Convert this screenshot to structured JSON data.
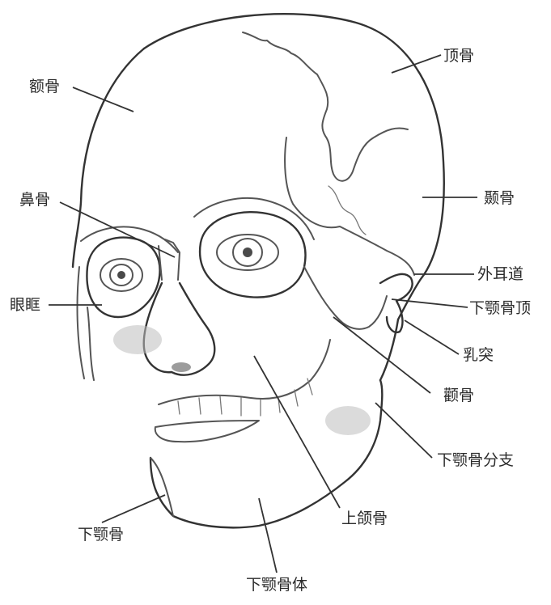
{
  "labels": {
    "frontal": "额骨",
    "parietal": "顶骨",
    "temporal": "颞骨",
    "nasal": "鼻骨",
    "orbit": "眼眶",
    "ear_canal": "外耳道",
    "condyle": "下颚骨顶",
    "mastoid": "乳突",
    "zygomatic": "颧骨",
    "ramus": "下颚骨分支",
    "maxilla": "上颌骨",
    "mandible": "下颚骨",
    "mandible_body": "下颚骨体"
  }
}
